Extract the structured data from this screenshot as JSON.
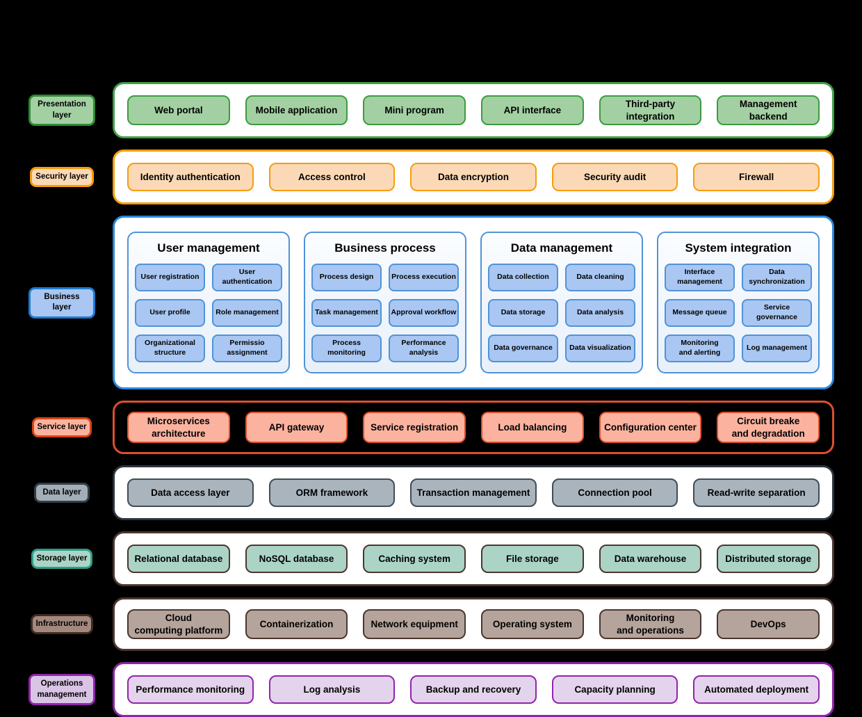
{
  "palette": {
    "background": "#000000",
    "presentation": {
      "fill": "#a3d0a3",
      "border": "#3c9b40"
    },
    "security": {
      "fill": "#fcd9b6",
      "border": "#f59d0e"
    },
    "business": {
      "container_border": "#2b87d8",
      "group_fill": "#eef4fc",
      "box_fill": "#a9c7f2",
      "box_border": "#4f93d8"
    },
    "service": {
      "fill": "#fbb3a0",
      "border": "#dd4f2e",
      "container_bg": "#000000"
    },
    "data": {
      "fill": "#a9b4bd",
      "border": "#3f4c57"
    },
    "storage": {
      "fill": "#abd4c6",
      "border": "#4a362e",
      "label_border": "#2e9e88"
    },
    "infrastructure": {
      "fill": "#b5a49c",
      "border": "#4a362e"
    },
    "operations": {
      "fill": "#e3d3ec",
      "border": "#9125ac"
    }
  },
  "layers": [
    {
      "label": "Presentation layer",
      "items": [
        "Web portal",
        "Mobile application",
        "Mini program",
        "API interface",
        "Third-party integration",
        "Management backend"
      ]
    },
    {
      "label": "Security layer",
      "items": [
        "Identity authentication",
        "Access control",
        "Data encryption",
        "Security audit",
        "Firewall"
      ]
    },
    {
      "label": "Business layer",
      "groups": [
        {
          "title": "User management",
          "items": [
            "User registration",
            "User authentication",
            "User profile",
            "Role management",
            "Organizational\nstructure",
            "Permissio\nassignment"
          ]
        },
        {
          "title": "Business process",
          "items": [
            "Process design",
            "Process execution",
            "Task management",
            "Approval workflow",
            "Process monitoring",
            "Performance analysis"
          ]
        },
        {
          "title": "Data management",
          "items": [
            "Data collection",
            "Data cleaning",
            "Data storage",
            "Data analysis",
            "Data governance",
            "Data visualization"
          ]
        },
        {
          "title": "System integration",
          "items": [
            "Interface management",
            "Data synchronization",
            "Message queue",
            "Service governance",
            "Monitoring\nand alerting",
            "Log management"
          ]
        }
      ]
    },
    {
      "label": "Service layer",
      "items": [
        "Microservices\narchitecture",
        "API gateway",
        "Service registration",
        "Load balancing",
        "Configuration center",
        "Circuit breake\nand degradation"
      ]
    },
    {
      "label": "Data layer",
      "items": [
        "Data access layer",
        "ORM framework",
        "Transaction management",
        "Connection pool",
        "Read-write separation"
      ]
    },
    {
      "label": "Storage layer",
      "items": [
        "Relational database",
        "NoSQL database",
        "Caching system",
        "File storage",
        "Data warehouse",
        "Distributed storage"
      ]
    },
    {
      "label": "Infrastructure",
      "items": [
        "Cloud\ncomputing platform",
        "Containerization",
        "Network equipment",
        "Operating system",
        "Monitoring\nand operations",
        "DevOps"
      ]
    },
    {
      "label": "Operations management",
      "items": [
        "Performance monitoring",
        "Log analysis",
        "Backup and recovery",
        "Capacity planning",
        "Automated deployment"
      ]
    }
  ]
}
